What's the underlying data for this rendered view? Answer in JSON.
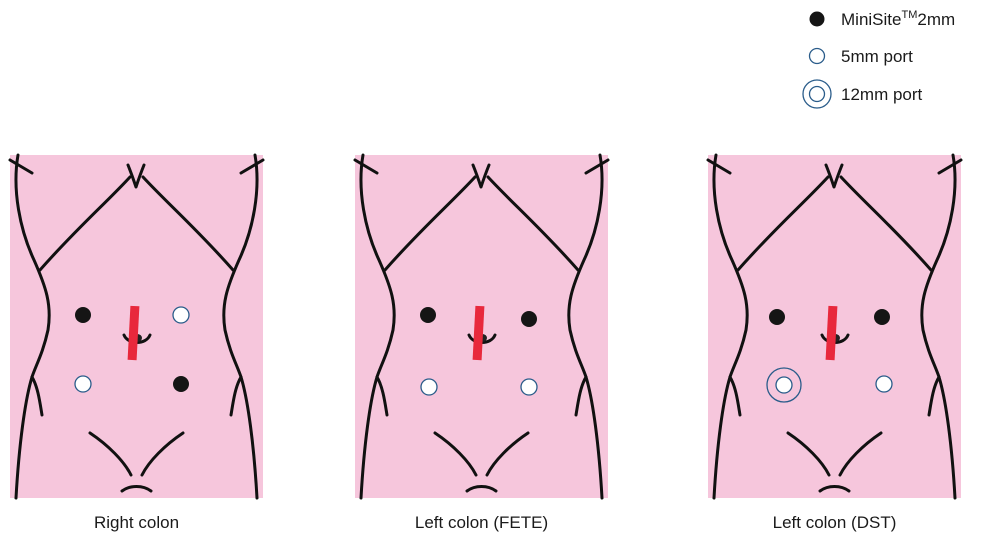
{
  "legend": {
    "items": [
      {
        "id": "minisite",
        "label": "MiniSite",
        "label_sup": "TM",
        "label_suffix": "2mm",
        "marker": "filled-dot"
      },
      {
        "id": "port5",
        "label": "5mm port",
        "marker": "open-circle"
      },
      {
        "id": "port12",
        "label": "12mm port",
        "marker": "double-circle"
      }
    ]
  },
  "colors": {
    "skin": "#f6c6dc",
    "outline": "#111111",
    "incision": "#e8283c",
    "port_stroke": "#2a5c8a",
    "minisite_fill": "#151515"
  },
  "panels": [
    {
      "id": "right-colon",
      "caption": "Right colon",
      "ports": [
        {
          "type": "minisite",
          "pos": "upper-left"
        },
        {
          "type": "port5",
          "pos": "upper-right"
        },
        {
          "type": "port5",
          "pos": "lower-left"
        },
        {
          "type": "minisite",
          "pos": "lower-right"
        }
      ]
    },
    {
      "id": "left-colon-fete",
      "caption": "Left colon (FETE)",
      "ports": [
        {
          "type": "minisite",
          "pos": "upper-left"
        },
        {
          "type": "minisite",
          "pos": "upper-right"
        },
        {
          "type": "port5",
          "pos": "lower-left"
        },
        {
          "type": "port5",
          "pos": "lower-right"
        }
      ]
    },
    {
      "id": "left-colon-dst",
      "caption": "Left colon (DST)",
      "ports": [
        {
          "type": "minisite",
          "pos": "upper-left"
        },
        {
          "type": "minisite",
          "pos": "upper-right"
        },
        {
          "type": "port12",
          "pos": "lower-left"
        },
        {
          "type": "port5",
          "pos": "lower-right"
        }
      ]
    }
  ]
}
